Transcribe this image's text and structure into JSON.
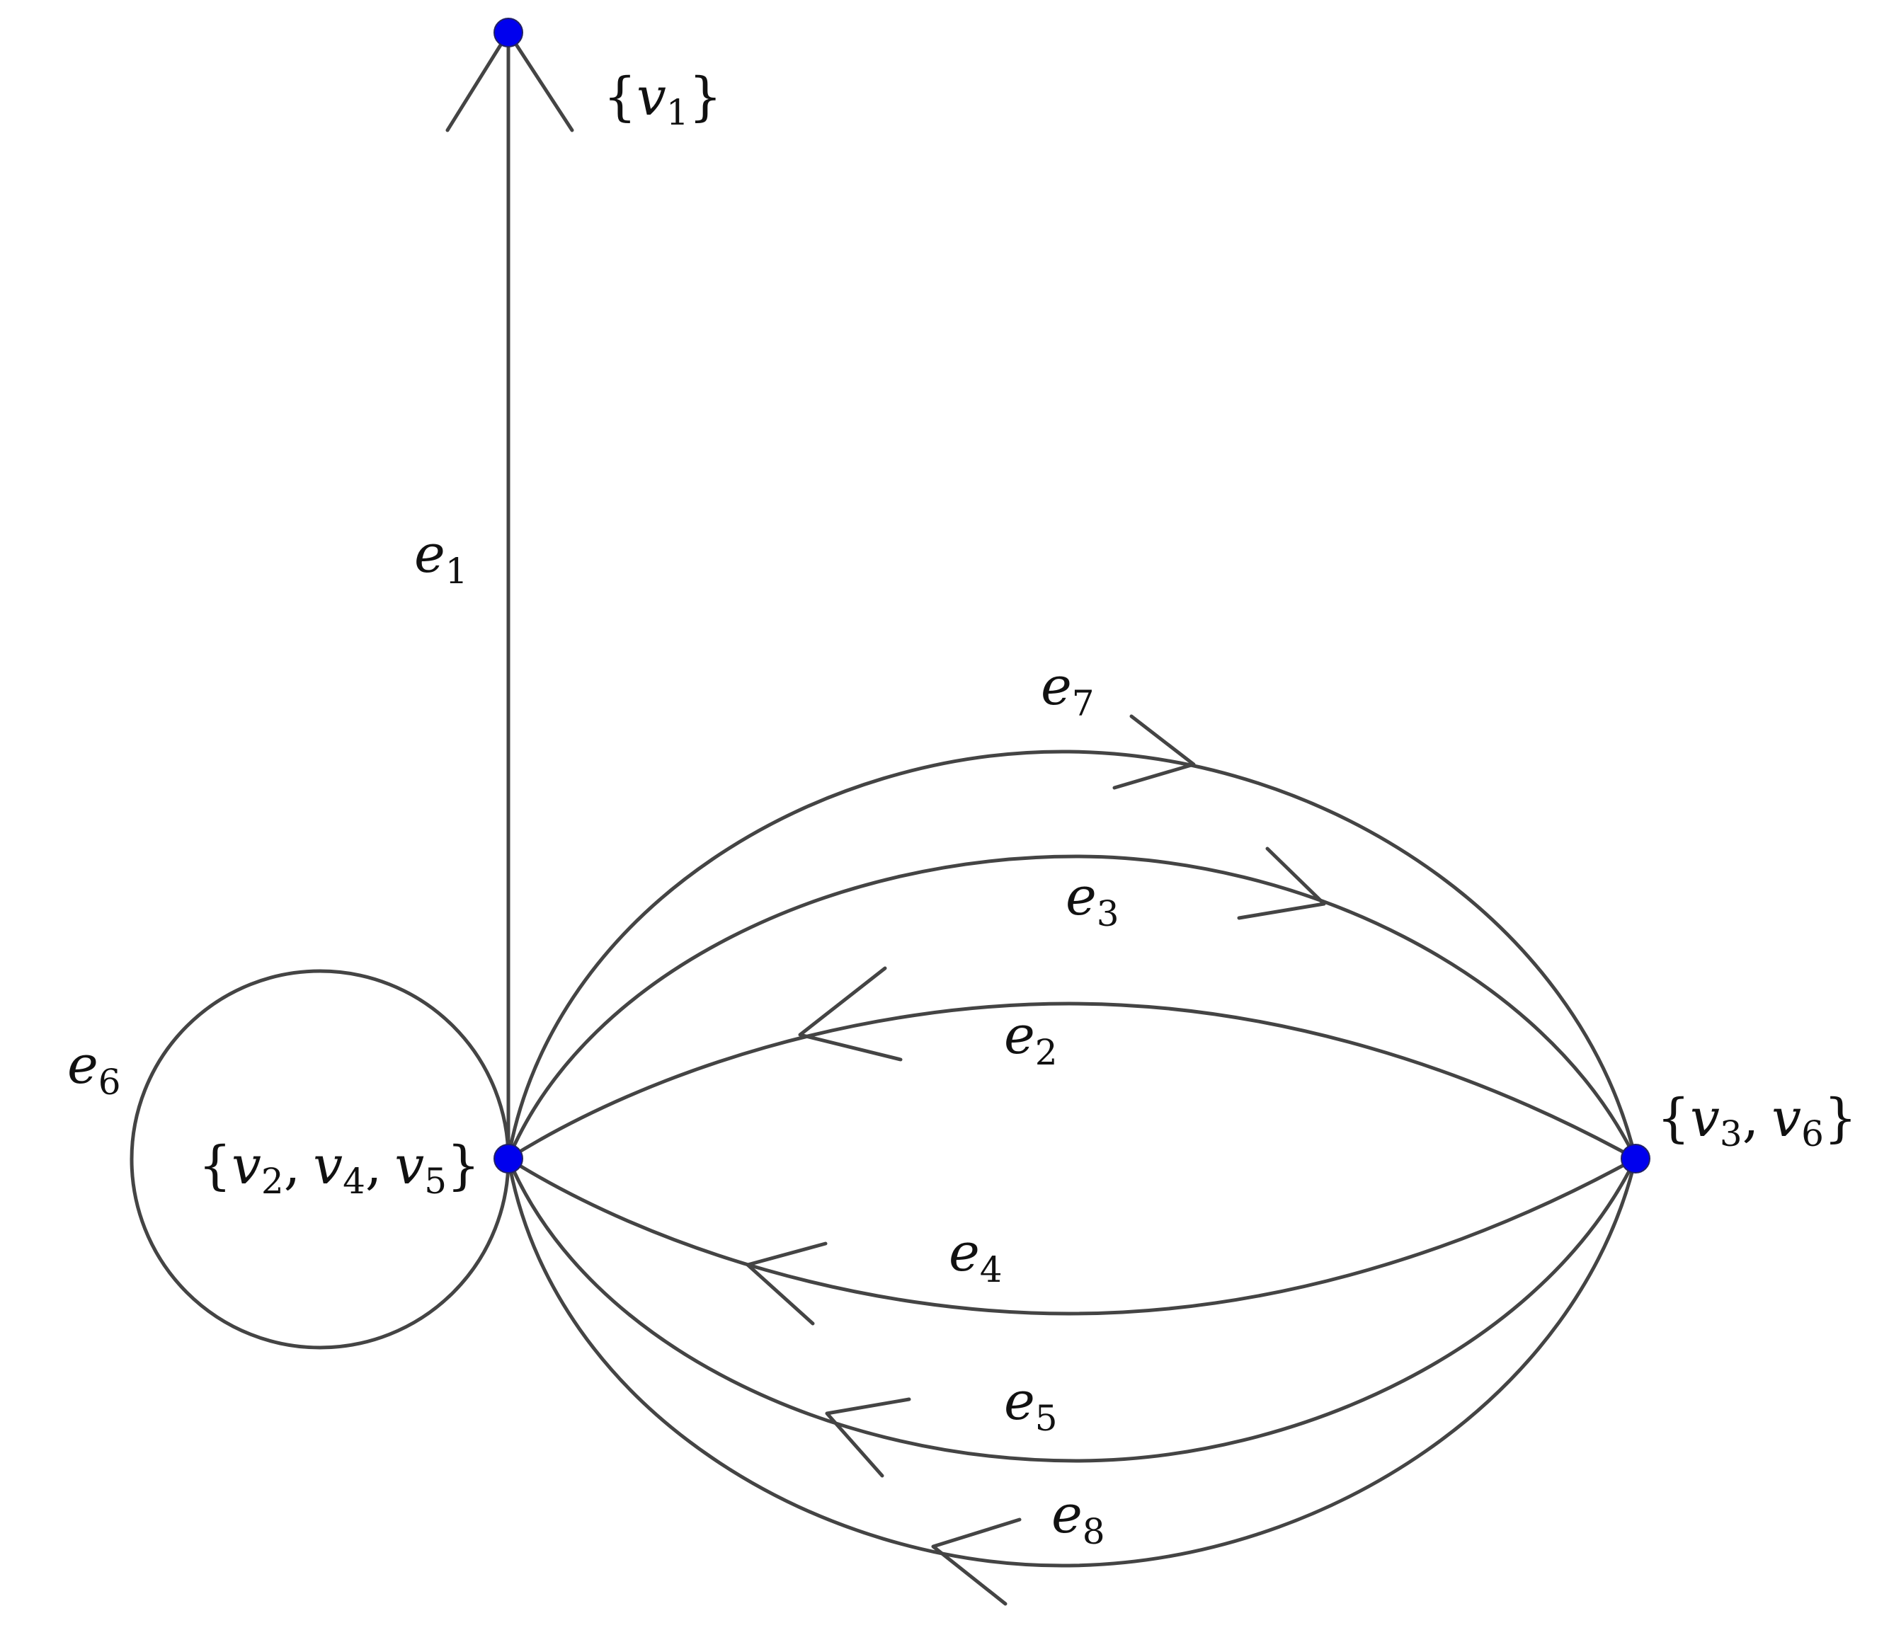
{
  "diagram": {
    "accent_color": "#0000ee",
    "line_color": "#444444",
    "nodes": [
      {
        "id": "v1-node",
        "label_open": "{",
        "var": "v",
        "sub1": "1",
        "label_close": "}"
      },
      {
        "id": "v245-node",
        "label_open": "{",
        "var": "v",
        "sub1": "2",
        "sub2": "4",
        "sub3": "5",
        "sep": ",",
        "label_close": "}"
      },
      {
        "id": "v36-node",
        "label_open": "{",
        "var": "v",
        "sub1": "3",
        "sub2": "6",
        "sep": ",",
        "label_close": "}"
      }
    ],
    "edges": [
      {
        "name": "e",
        "sub": "1"
      },
      {
        "name": "e",
        "sub": "2"
      },
      {
        "name": "e",
        "sub": "3"
      },
      {
        "name": "e",
        "sub": "4"
      },
      {
        "name": "e",
        "sub": "5"
      },
      {
        "name": "e",
        "sub": "6"
      },
      {
        "name": "e",
        "sub": "7"
      },
      {
        "name": "e",
        "sub": "8"
      }
    ]
  }
}
